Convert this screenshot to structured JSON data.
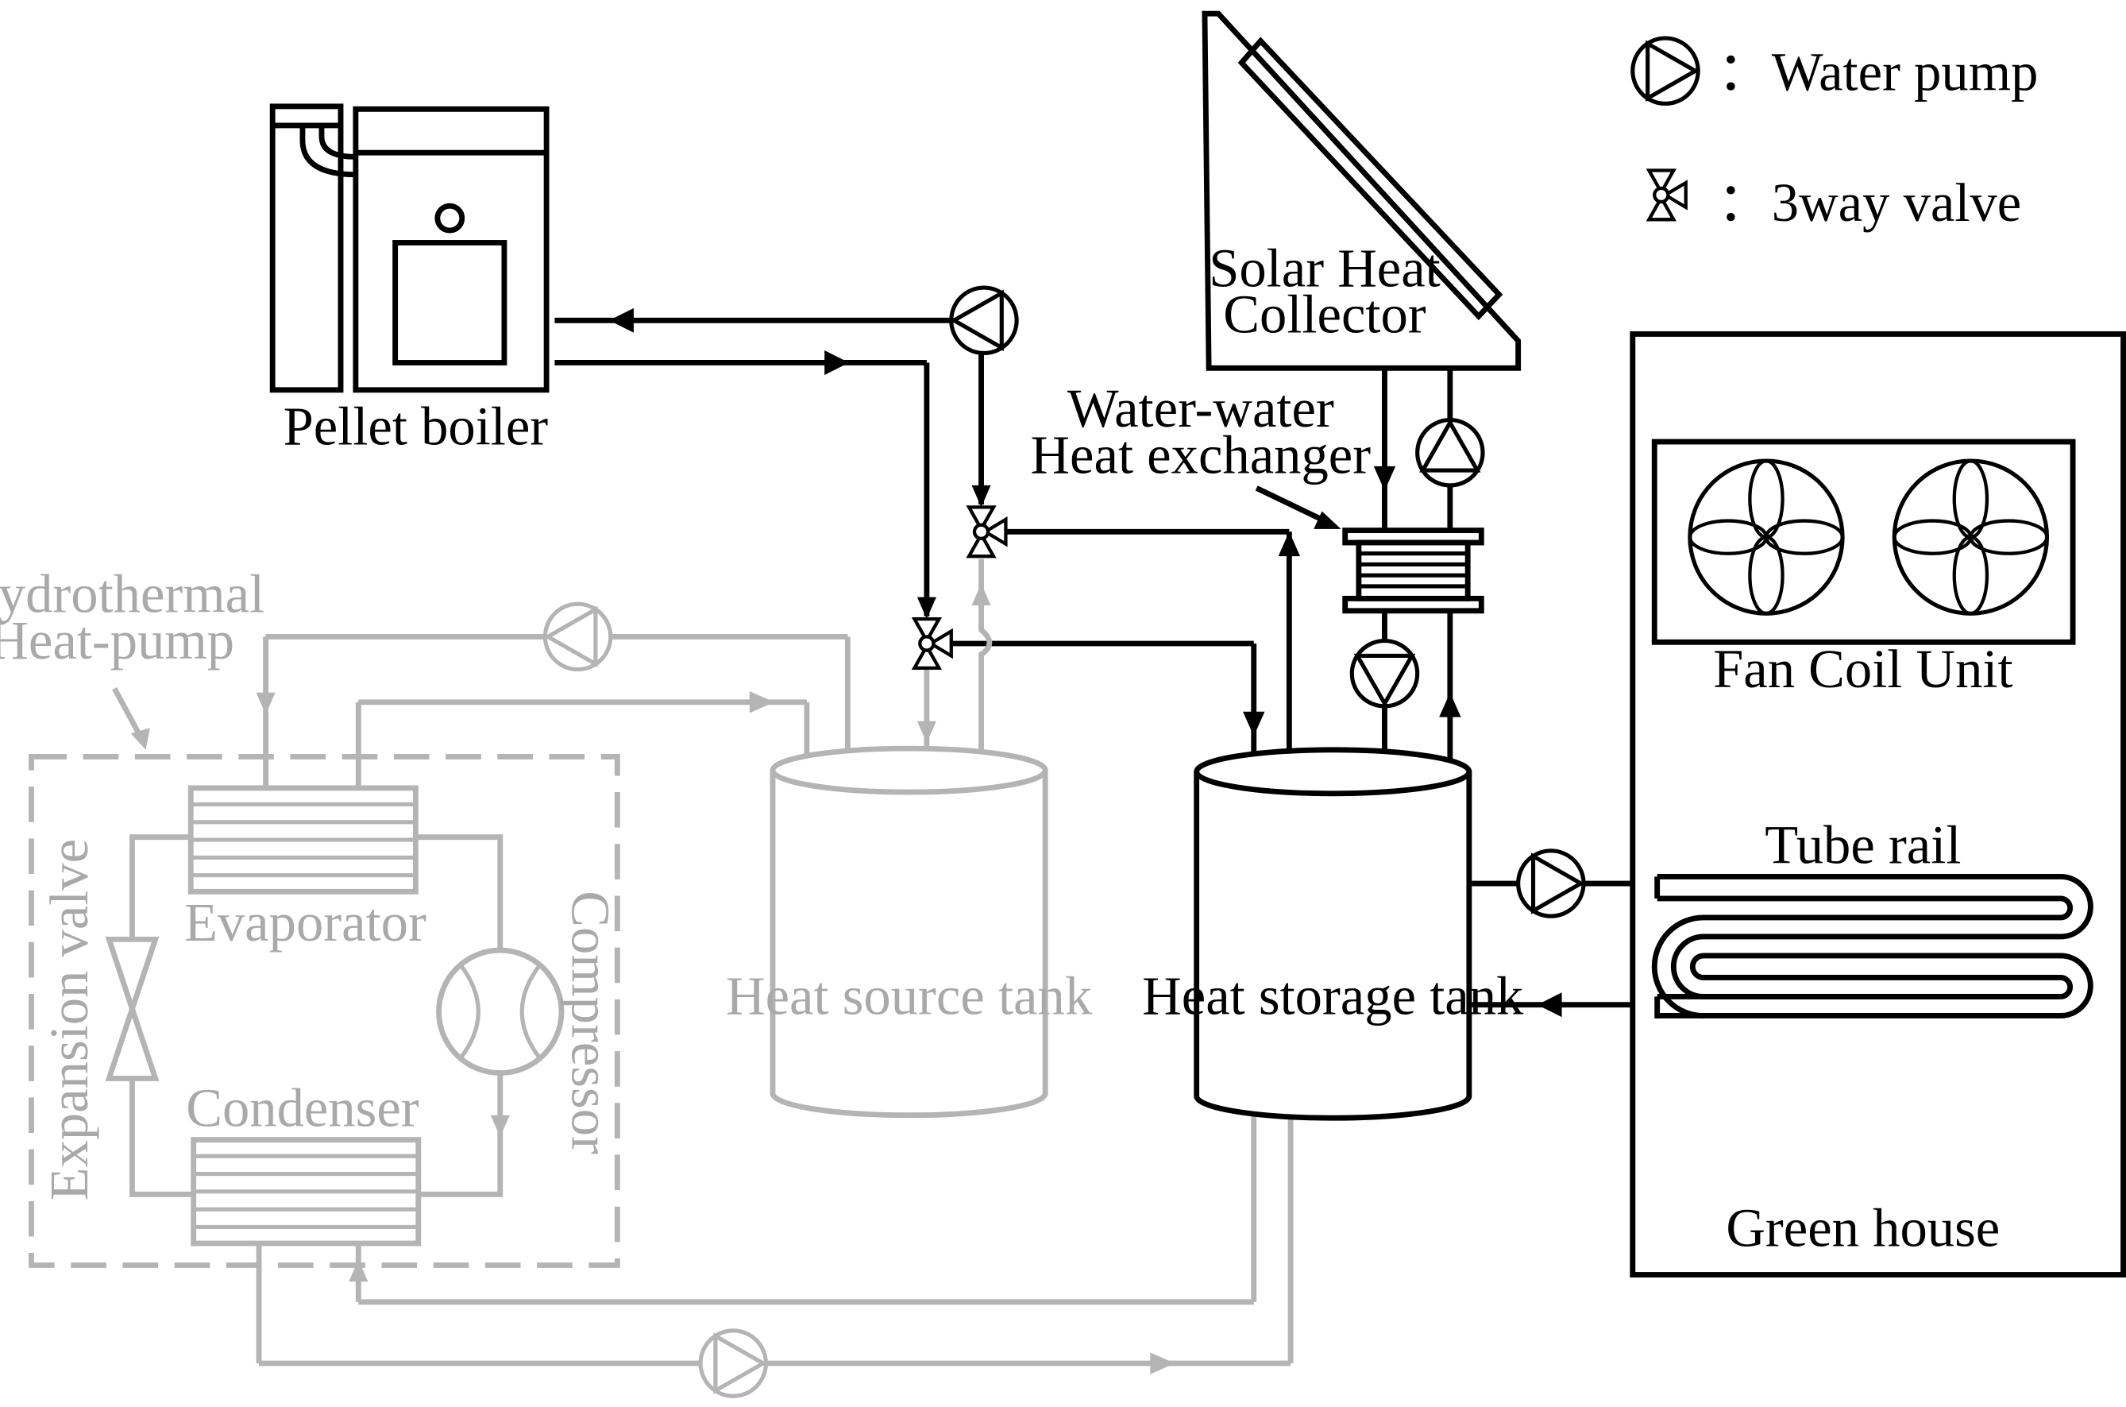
{
  "legend": {
    "water_pump": "：Water pump",
    "three_way_valve": "：3way valve"
  },
  "labels": {
    "pellet_boiler": "Pellet boiler",
    "solar_collector_line1": "Solar Heat",
    "solar_collector_line2": "Collector",
    "heat_exchanger_line1": "Water-water",
    "heat_exchanger_line2": "Heat exchanger",
    "heat_pump_line1": "Hydrothermal",
    "heat_pump_line2": "Heat-pump",
    "evaporator": "Evaporator",
    "condenser": "Condenser",
    "expansion_valve": "Expansion valve",
    "compressor": "Compressor",
    "heat_source_tank": "Heat source tank",
    "heat_storage_tank": "Heat storage tank",
    "fan_coil_unit": "Fan Coil Unit",
    "tube_rail": "Tube rail",
    "green_house": "Green house"
  },
  "colors": {
    "active_line": "#000000",
    "inactive_line": "#b4b4b4",
    "inactive_text": "#a9a9a9",
    "background": "#ffffff"
  },
  "icons": [
    "water-pump-icon",
    "three-way-valve-icon",
    "fan-icon",
    "solar-panel-icon",
    "heat-exchanger-icon"
  ]
}
